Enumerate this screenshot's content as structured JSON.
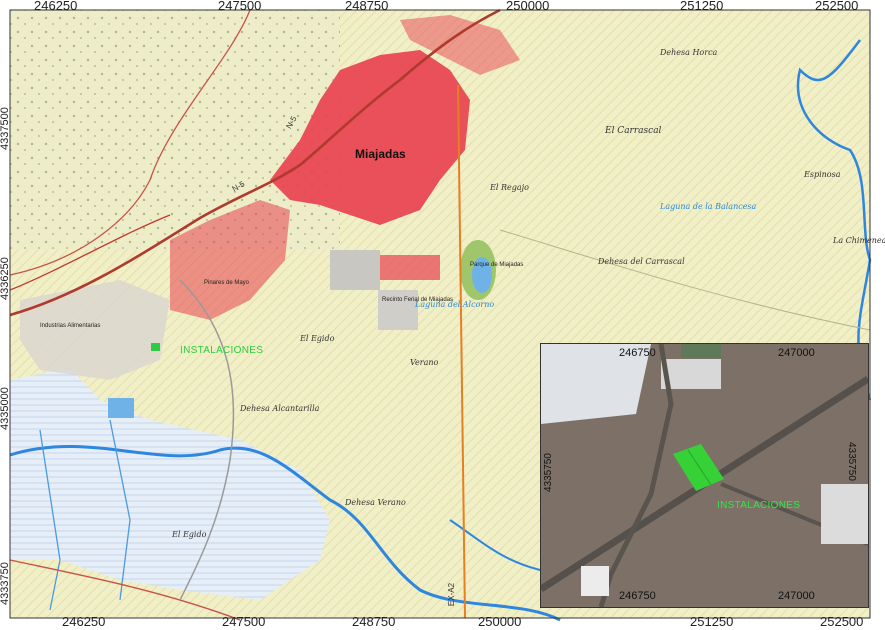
{
  "map": {
    "grid_top": [
      "246250",
      "247500",
      "248750",
      "250000",
      "251250",
      "252500"
    ],
    "grid_bottom": [
      "246250",
      "247500",
      "248750",
      "250000",
      "251250",
      "252500"
    ],
    "grid_left": [
      "4337500",
      "4336250",
      "4335000",
      "4333750"
    ],
    "town_name": "Miajadas",
    "installation_label": "INSTALACIONES",
    "road_labels": [
      "N-5",
      "N-5",
      "EX-A2"
    ],
    "places": {
      "dehesa_horca": "Dehesa Horca",
      "el_carrascal": "El Carrascal",
      "el_regajo": "El Regajo",
      "dehesa_carrascal": "Dehesa del Carrascal",
      "la_chimenea": "La Chimenea",
      "espinosa": "Espinosa",
      "laguna_balsa": "Laguna de la Balancesa",
      "el_egido_1": "El Egido",
      "el_egido_2": "El Egido",
      "dehesa_alcantarilla": "Dehesa Alcantarilla",
      "verano": "Verano",
      "dehesa_verano": "Dehesa Verano",
      "laguna_alcorno": "Laguna del Alcorno",
      "poligono": "Industrias Alimentarias",
      "parque": "Parque de Miajadas",
      "rec_ferial": "Recinto Ferial de Miajadas",
      "pinares": "Pinares de Mayo"
    },
    "colors": {
      "base": "#f0efc8",
      "urban": "#e8424f",
      "roads_main": "#c0392b",
      "river": "#2e86de",
      "irrigated": "#dfe9f5",
      "installations": "#2ecc40",
      "axis": "#e67e22"
    }
  },
  "inset": {
    "grid_top": [
      "246750",
      "247000"
    ],
    "grid_bottom": [
      "246750",
      "247000"
    ],
    "grid_left": "4335750",
    "grid_right": "4335750",
    "installation_label": "INSTALACIONES"
  }
}
